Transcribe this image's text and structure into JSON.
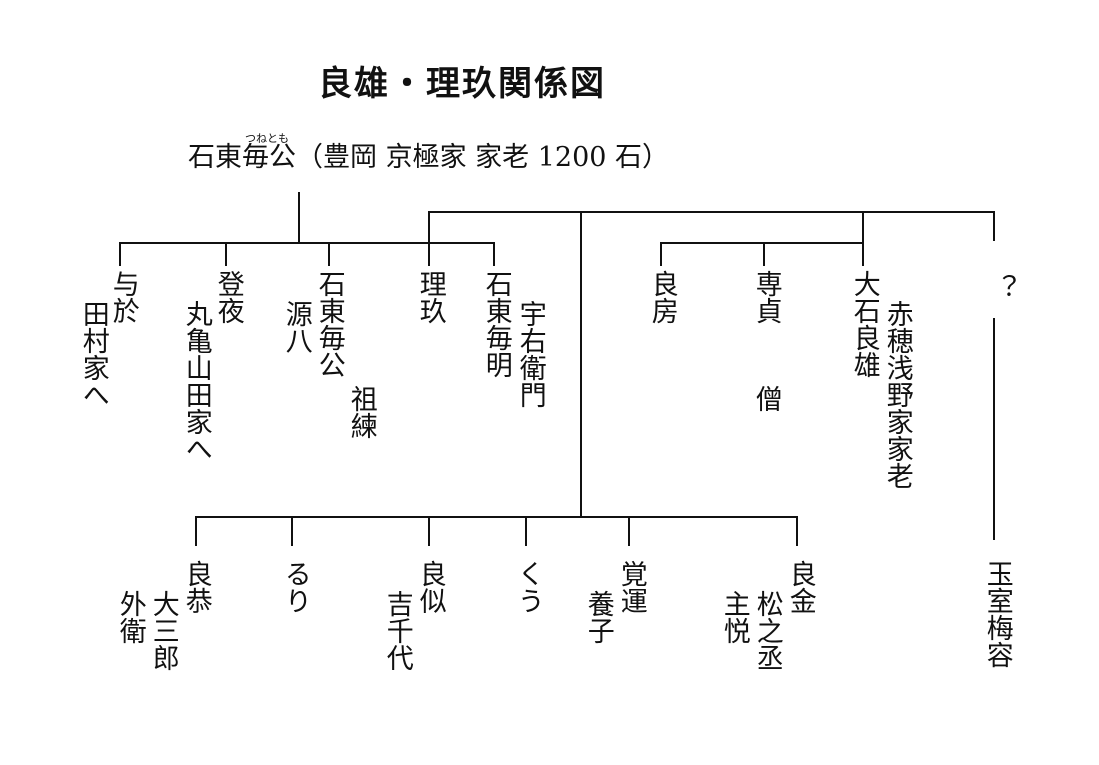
{
  "title": "良雄・理玖関係図",
  "root": {
    "name_ruby": "つねとも",
    "text": "石東毎公（豊岡  京極家  家老 1200 石）"
  },
  "top_children": [
    {
      "name": "与於",
      "note": "田村家へ"
    },
    {
      "name": "登夜",
      "note": "丸亀山田家へ"
    },
    {
      "name": "石東毎公",
      "note": "源八",
      "note2": "祖練"
    },
    {
      "name": "理玖"
    },
    {
      "name": "石東毎明",
      "note": "宇右衛門"
    }
  ],
  "right_children": [
    {
      "name": "良房"
    },
    {
      "name": "専貞",
      "note": "僧"
    },
    {
      "name": "大石良雄",
      "note": "赤穂浅野家家老"
    },
    {
      "name": "？"
    }
  ],
  "bottom_children": [
    {
      "name": "良恭",
      "note": "大三郎",
      "note2": "外衛"
    },
    {
      "name": "るり"
    },
    {
      "name": "良似",
      "note": "吉千代"
    },
    {
      "name": "くう"
    },
    {
      "name": "覚運",
      "note": "養子"
    },
    {
      "name": "良金",
      "note": "松之丞",
      "note2": "主悦"
    }
  ],
  "far_right": {
    "name": "玉室梅容"
  }
}
